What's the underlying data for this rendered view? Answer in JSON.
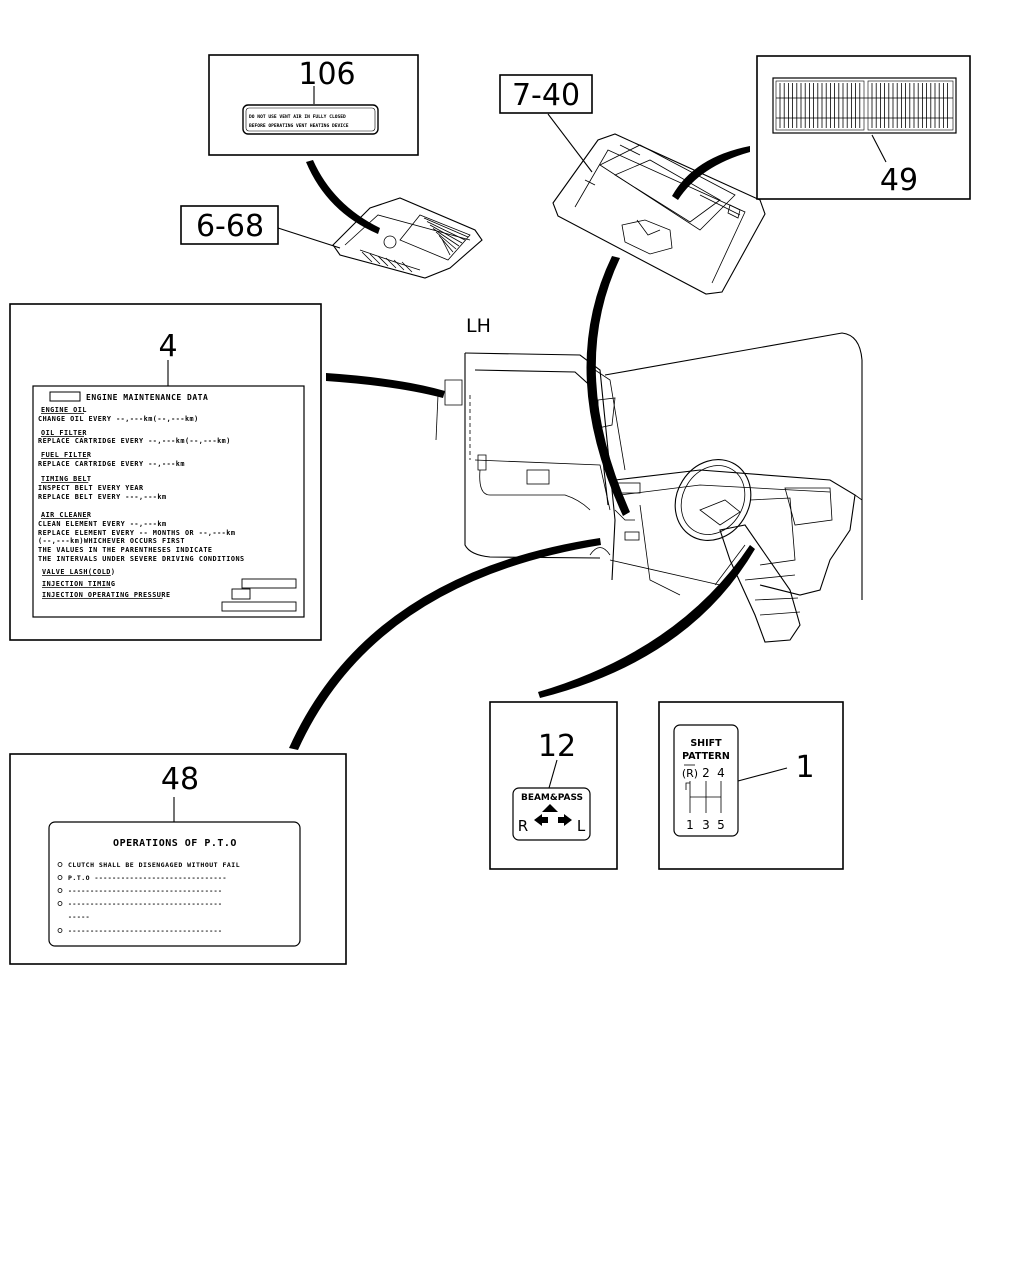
{
  "view_label": "LH",
  "callouts": {
    "c106": "106",
    "c7_40": "7-40",
    "c49": "49",
    "c6_68": "6-68",
    "c4": "4",
    "c12": "12",
    "c1": "1",
    "c48": "48"
  },
  "engine_label": {
    "title": "ENGINE MAINTENANCE DATA",
    "lines": [
      "ENGINE OIL",
      "CHANGE OIL EVERY --,---km(--,---km)",
      "OIL FILTER",
      "REPLACE CARTRIDGE EVERY --,---km(--,---km)",
      "FUEL FILTER",
      "REPLACE CARTRIDGE EVERY --,---km",
      "TIMING BELT",
      "INSPECT BELT EVERY YEAR",
      "REPLACE BELT EVERY ---,---km",
      "AIR CLEANER",
      "CLEAN ELEMENT EVERY --,---km",
      "REPLACE ELEMENT EVERY -- MONTHS OR --,---km",
      "(--,---km)WHICHEVER OCCURS FIRST",
      "THE VALUES IN THE PARENTHESES INDICATE",
      "THE INTERVALS UNDER SEVERE DRIVING CONDITIONS",
      "VALVE LASH(COLD)",
      "INJECTION TIMING",
      "INJECTION OPERATING PRESSURE"
    ]
  },
  "pto_label": {
    "title": "OPERATIONS OF P.T.O",
    "lines": [
      "CLUTCH SHALL BE DISENGAGED WITHOUT FAIL",
      "P.T.O ------------------------------",
      "-----------------------------------",
      "-----------------------------------",
      "-----",
      "-----------------------------------"
    ]
  },
  "beam_label": {
    "title": "BEAM&PASS",
    "left": "R",
    "right": "L"
  },
  "shift_label": {
    "line1": "SHIFT",
    "line2": "PATTERN",
    "top": [
      "(R)",
      "2",
      "4"
    ],
    "bottom": [
      "1",
      "3",
      "5"
    ]
  },
  "warning_label": {
    "lines": [
      "DO NOT USE VENT AIR IN FULLY CLOSED",
      "BEFORE OPERATING VENT HEATING DEVICE"
    ]
  }
}
